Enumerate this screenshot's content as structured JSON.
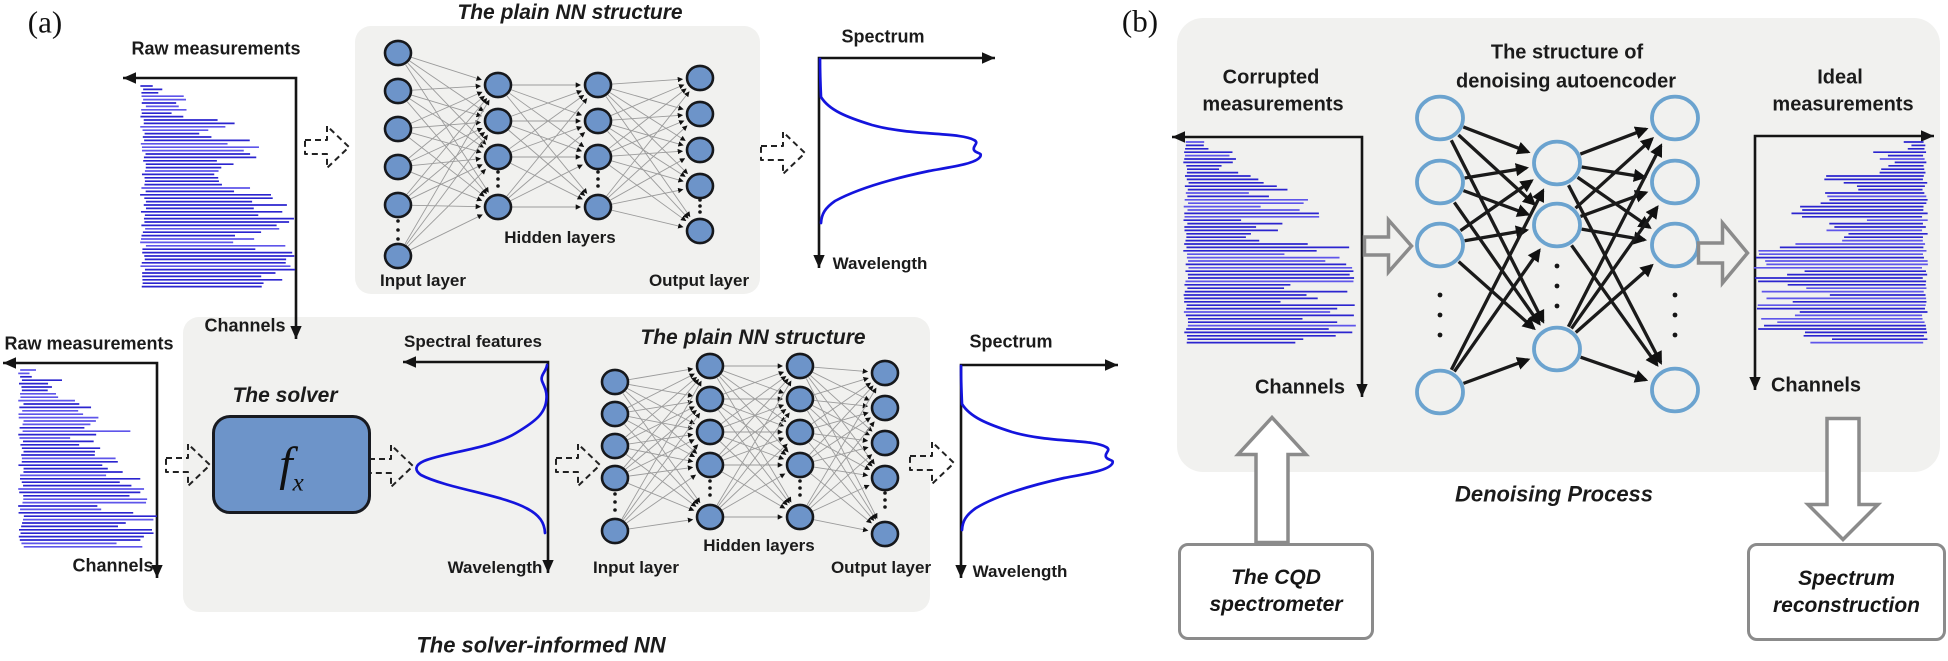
{
  "figure": {
    "panel_a": {
      "label": "(a)",
      "top_row": {
        "raw_plot": {
          "title": "Raw measurements",
          "y_axis": "Channels"
        },
        "nn": {
          "title": "The plain NN structure",
          "input_label": "Input layer",
          "hidden_label": "Hidden layers",
          "output_label": "Output layer",
          "layers": [
            6,
            4,
            4,
            5
          ]
        },
        "spectrum_plot": {
          "title": "Spectrum",
          "y_axis": "Wavelength"
        }
      },
      "bottom_row": {
        "raw_plot": {
          "title": "Raw measurements",
          "y_axis": "Channels"
        },
        "solver": {
          "title": "The solver",
          "symbol": "f",
          "symbol_sub": "x"
        },
        "features_plot": {
          "title": "Spectral features",
          "y_axis": "Wavelength"
        },
        "nn": {
          "title": "The plain NN structure",
          "input_label": "Input layer",
          "hidden_label": "Hidden layers",
          "output_label": "Output layer",
          "layers": [
            5,
            5,
            5,
            5
          ]
        },
        "spectrum_plot": {
          "title": "Spectrum",
          "y_axis": "Wavelength"
        },
        "caption": "The solver-informed NN"
      }
    },
    "panel_b": {
      "label": "(b)",
      "corrupted_plot": {
        "title_line1": "Corrupted",
        "title_line2": "measurements",
        "y_axis": "Channels"
      },
      "autoencoder": {
        "title_line1": "The structure of",
        "title_line2": "denoising autoencoder",
        "layers": [
          4,
          3,
          4
        ]
      },
      "ideal_plot": {
        "title_line1": "Ideal",
        "title_line2": "measurements",
        "y_axis": "Channels"
      },
      "process_caption": "Denoising Process",
      "source_box": {
        "line1": "The CQD",
        "line2": "spectrometer"
      },
      "result_box": {
        "line1": "Spectrum",
        "line2": "reconstruction"
      }
    },
    "colors": {
      "panel_bg": "#f1f1ef",
      "node_fill": "#6d94c9",
      "node_stroke": "#16181c",
      "nn_link": "#9b9b9b",
      "ae_node_stroke": "#6ba3cf",
      "ae_link": "#1a1a1a",
      "signal_primary": "#2b24cf",
      "signal_secondary": "#5e55ea",
      "curve": "#1414dd",
      "axis": "#141414",
      "outline_arrow": "#8b8b8b",
      "dashed_arrow": "#222222"
    }
  }
}
